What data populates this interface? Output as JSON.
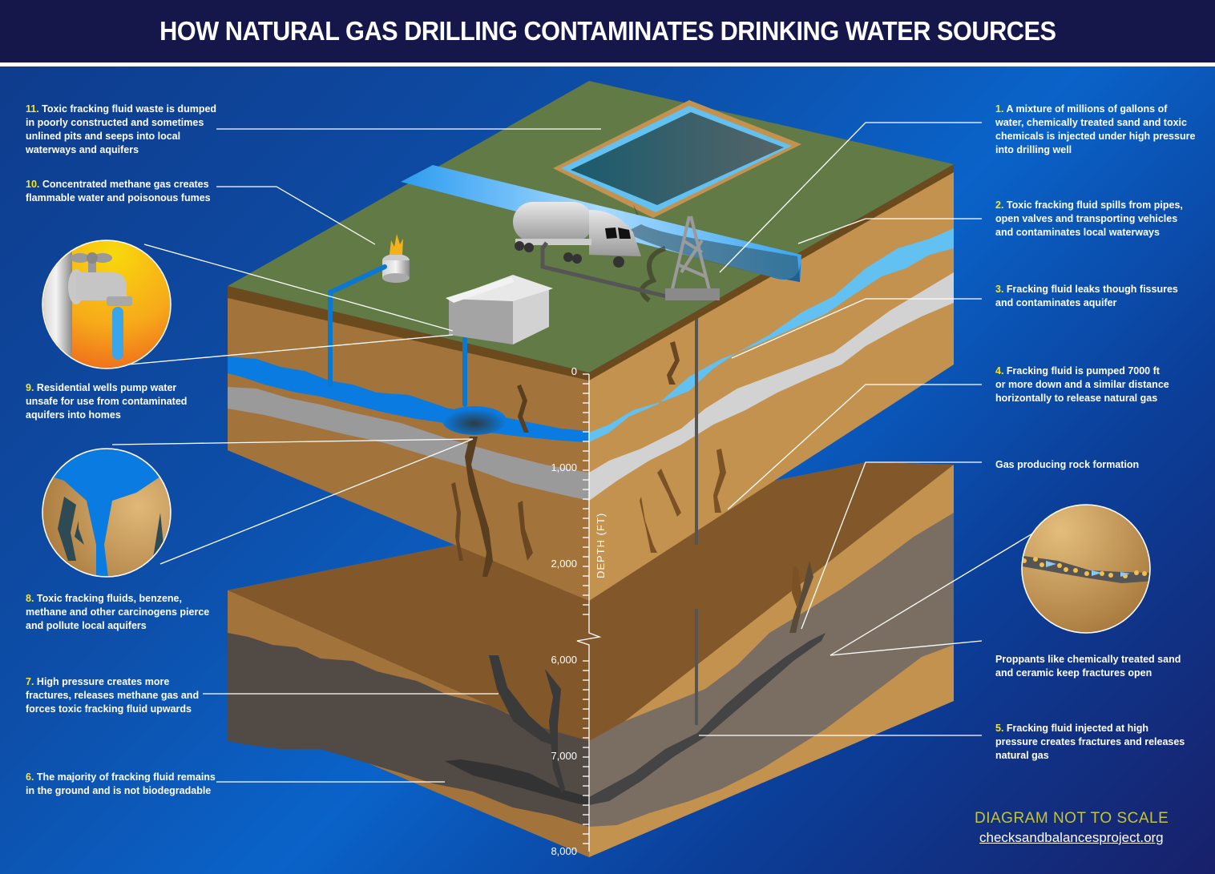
{
  "header": {
    "title": "HOW NATURAL GAS DRILLING CONTAMINATES DRINKING WATER SOURCES"
  },
  "callouts": {
    "left": [
      {
        "num": "11.",
        "text": "Toxic fracking fluid waste is dumped in poorly constructed and sometimes unlined pits and seeps into local waterways and aquifers"
      },
      {
        "num": "10.",
        "text": "Concentrated methane gas creates flammable water and poisonous fumes"
      },
      {
        "num": "9.",
        "text": "Residential wells pump water unsafe for use from contaminated aquifers into homes"
      },
      {
        "num": "8.",
        "text": "Toxic fracking fluids, benzene, methane and other carcinogens pierce and pollute local aquifers"
      },
      {
        "num": "7.",
        "text": "High pressure creates more fractures, releases methane gas and forces toxic fracking fluid upwards"
      },
      {
        "num": "6.",
        "text": "The majority of fracking fluid remains in the ground and is not biodegradable"
      }
    ],
    "right": [
      {
        "num": "1.",
        "text": "A mixture of millions of gallons of water, chemically treated sand and toxic chemicals is injected under high pressure into drilling well"
      },
      {
        "num": "2.",
        "text": "Toxic fracking fluid spills from pipes, open valves and transporting vehicles and contaminates local waterways"
      },
      {
        "num": "3.",
        "text": "Fracking fluid leaks though fissures and contaminates aquifer"
      },
      {
        "num": "4.",
        "text": "Fracking fluid is pumped 7000 ft or more down and a similar distance horizontally to release natural gas"
      },
      {
        "num": "",
        "text": "Gas producing rock formation"
      },
      {
        "num": "",
        "text": "Proppants like chemically treated sand and ceramic keep fractures open"
      },
      {
        "num": "5.",
        "text": "Fracking fluid injected at high pressure creates fractures and releases natural gas"
      }
    ]
  },
  "depth_axis": {
    "title": "DEPTH (FT)",
    "ticks": [
      "0",
      "1,000",
      "2,000",
      "6,000",
      "7,000",
      "8,000"
    ]
  },
  "insets": {
    "faucet": "faucet-icon",
    "aquifer_fissures": "aquifer-fissure-closeup",
    "proppants": "proppant-fracture-closeup"
  },
  "surface_features": [
    "waste-pit",
    "river",
    "tanker-truck",
    "drilling-rig",
    "house",
    "gas-flare"
  ],
  "footer": {
    "note": "DIAGRAM NOT  TO SCALE",
    "link": "checksandbalancesproject.org"
  },
  "colors": {
    "header_bg": "#15164a",
    "number_accent": "#f5e62a",
    "grass": "#627a45",
    "soil_dark": "#a2733a",
    "soil_light": "#c4924f",
    "aquifer_blue": "#0a7be0",
    "aquifer_light": "#62c1f0",
    "rock_gray": "#9a9a9a",
    "shale_dark": "#524a45",
    "shale_light": "#7a6e62",
    "footer_note": "#c2c43a"
  }
}
